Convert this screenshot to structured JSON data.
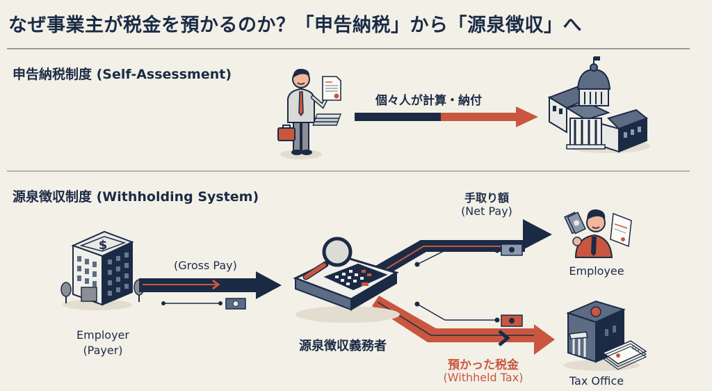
{
  "title": "なぜ事業主が税金を預かるのか？「申告納税」から「源泉徴収」へ",
  "colors": {
    "background": "#f3f0e8",
    "navy": "#1b2b45",
    "orange": "#c9573f",
    "rule": "#9a9a98"
  },
  "self_assessment": {
    "heading": "申告納税制度 (Self-Assessment)",
    "flow_label": "個々人が計算・納付",
    "from_icon": "businessman-icon",
    "to_icon": "government-building-icon"
  },
  "withholding": {
    "heading": "源泉徴収制度 (Withholding System)",
    "employer_label_1": "Employer",
    "employer_label_2": "(Payer)",
    "gross_pay_label": "(Gross Pay)",
    "agent_label": "源泉徴収義務者",
    "net_pay_label_jp": "手取り額",
    "net_pay_label_en": "(Net Pay)",
    "employee_label": "Employee",
    "withheld_label_jp": "預かった税金",
    "withheld_label_en": "(Withheld Tax)",
    "tax_office_label": "Tax Office"
  }
}
